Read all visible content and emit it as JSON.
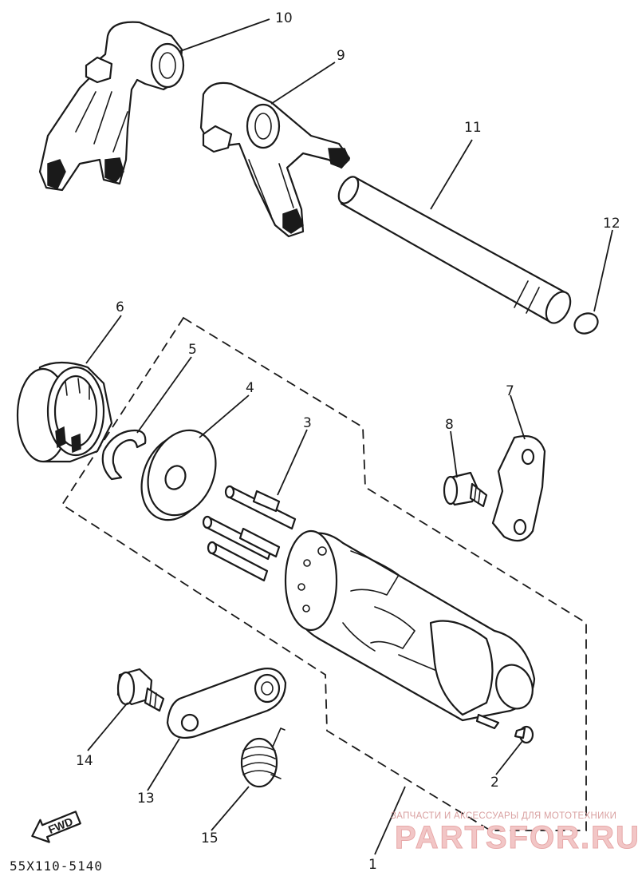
{
  "diagram": {
    "catalog_code": "55X110-5140",
    "fwd_label": "FWD",
    "watermark": {
      "caption": "ЗАПЧАСТИ И АКСЕССУАРЫ ДЛЯ МОТОТЕХНИКИ",
      "brand": "PARTSFOR.RU"
    },
    "callouts": [
      {
        "label": "10"
      },
      {
        "label": "9"
      },
      {
        "label": "11"
      },
      {
        "label": "12"
      },
      {
        "label": "6"
      },
      {
        "label": "5"
      },
      {
        "label": "4"
      },
      {
        "label": "3"
      },
      {
        "label": "7"
      },
      {
        "label": "8"
      },
      {
        "label": "14"
      },
      {
        "label": "13"
      },
      {
        "label": "15"
      },
      {
        "label": "2"
      },
      {
        "label": "1"
      }
    ]
  }
}
